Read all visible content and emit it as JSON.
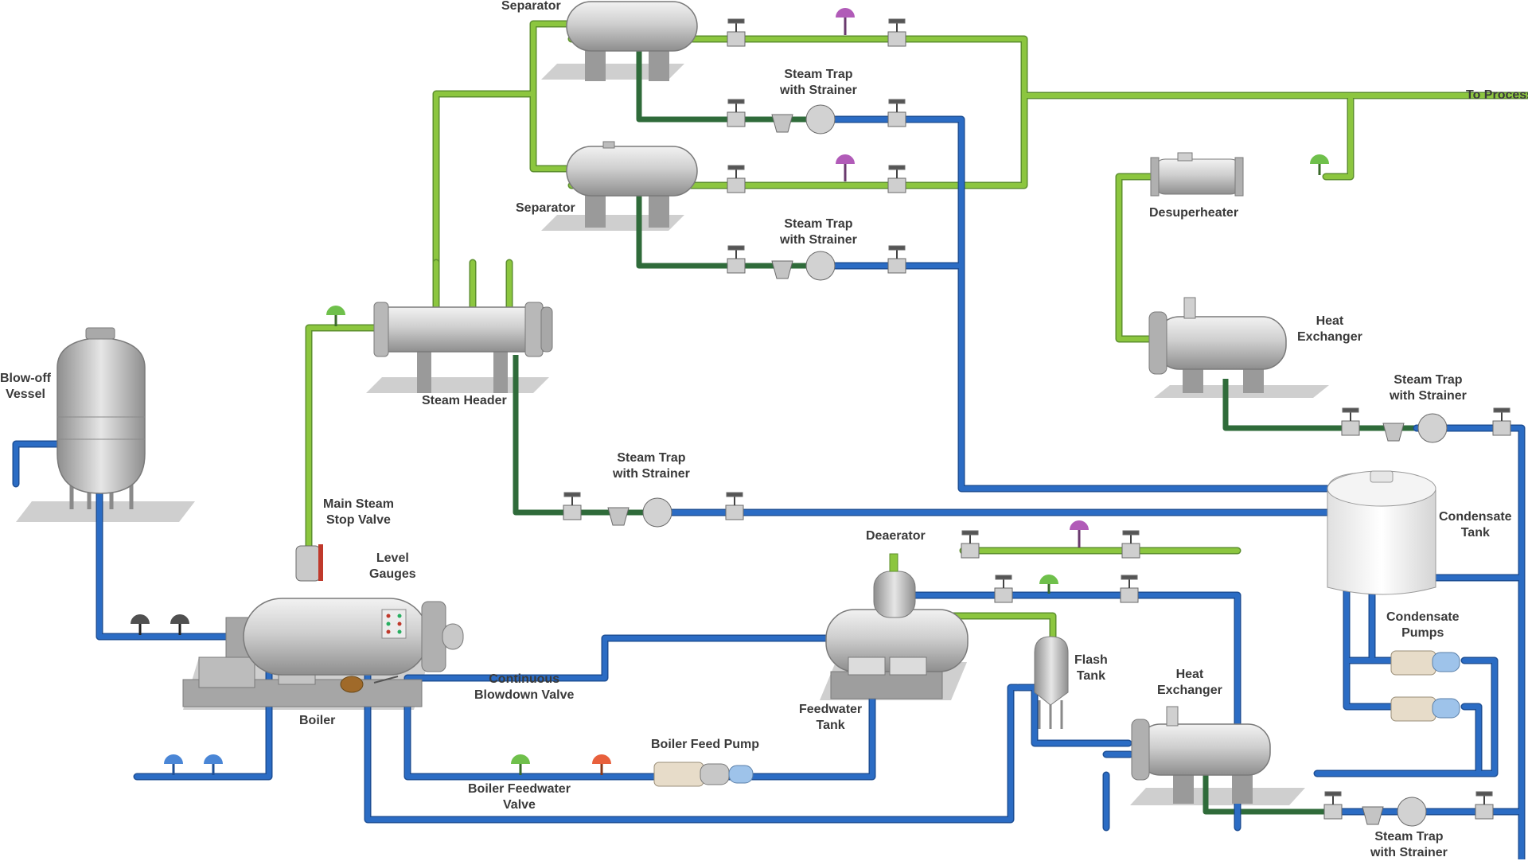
{
  "labels": {
    "separator_top": "Separator",
    "separator_mid": "Separator",
    "trap1": [
      "Steam Trap",
      "with Strainer"
    ],
    "trap2": [
      "Steam Trap",
      "with Strainer"
    ],
    "trap3": [
      "Steam Trap",
      "with Strainer"
    ],
    "trap4": [
      "Steam Trap",
      "with Strainer"
    ],
    "trap5": [
      "Steam Trap",
      "with Strainer"
    ],
    "to_process": "To Process",
    "desuperheater": "Desuperheater",
    "heat_exchanger_top": [
      "Heat",
      "Exchanger"
    ],
    "blowoff_vessel": [
      "Blow-off",
      "Vessel"
    ],
    "steam_header": "Steam Header",
    "main_steam_stop_valve": [
      "Main Steam",
      "Stop Valve"
    ],
    "level_gauges": [
      "Level",
      "Gauges"
    ],
    "continuous_blowdown_valve": [
      "Continuous",
      "Blowdown Valve"
    ],
    "boiler": "Boiler",
    "deaerator": "Deaerator",
    "condensate_tank": [
      "Condensate",
      "Tank"
    ],
    "condensate_pumps": [
      "Condensate",
      "Pumps"
    ],
    "flash_tank": [
      "Flash",
      "Tank"
    ],
    "feedwater_tank": [
      "Feedwater",
      "Tank"
    ],
    "heat_exchanger_bottom": [
      "Heat",
      "Exchanger"
    ],
    "boiler_feed_pump": "Boiler Feed Pump",
    "boiler_feedwater_valve": [
      "Boiler Feedwater",
      "Valve"
    ]
  },
  "colors": {
    "steam_line": "#8cc63f",
    "steam_line_dark": "#4f8a2c",
    "condensate_line_dark": "#2f6b3a",
    "water_line": "#2b6cc4",
    "vessel": "#c8c8c8",
    "valve_purple": "#b15bb8",
    "valve_green": "#6fc04b",
    "valve_orange": "#e8603c",
    "valve_blue": "#4a86d6",
    "valve_dark": "#505050",
    "label_text": "#3a3a3a"
  }
}
